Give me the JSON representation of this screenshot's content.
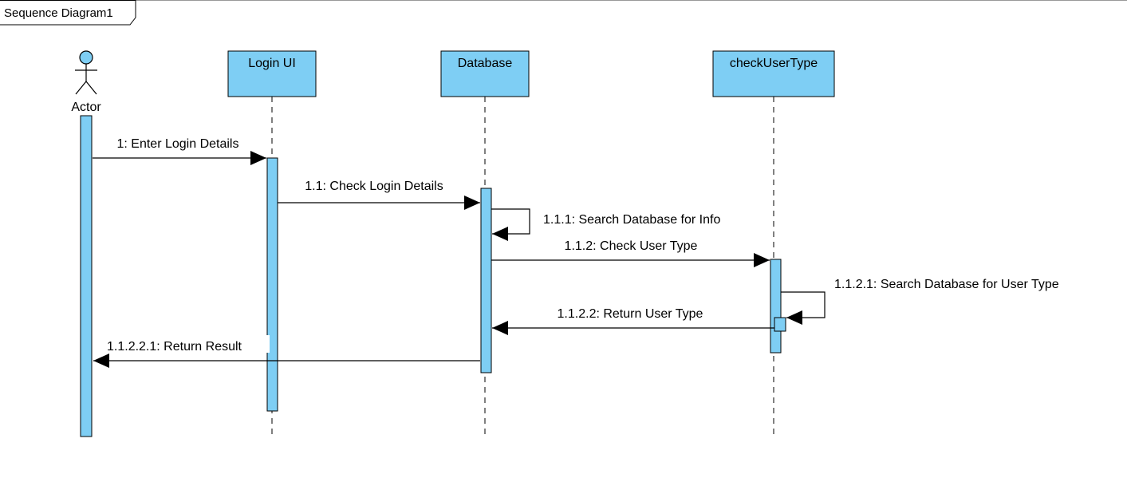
{
  "diagram": {
    "frame_title": "Sequence Diagram1",
    "colors": {
      "fill": "#7ecef4",
      "stroke": "#000000",
      "background": "#ffffff"
    },
    "participants": [
      {
        "id": "actor",
        "label": "Actor",
        "kind": "actor"
      },
      {
        "id": "login-ui",
        "label": "Login UI",
        "kind": "object"
      },
      {
        "id": "database",
        "label": "Database",
        "kind": "object"
      },
      {
        "id": "check-user-type",
        "label": "checkUserType",
        "kind": "object"
      }
    ],
    "messages": [
      {
        "label": "1: Enter Login Details",
        "from": "actor",
        "to": "login-ui"
      },
      {
        "label": "1.1: Check Login Details",
        "from": "login-ui",
        "to": "database"
      },
      {
        "label": "1.1.1: Search Database for Info",
        "from": "database",
        "to": "database"
      },
      {
        "label": "1.1.2: Check User Type",
        "from": "database",
        "to": "check-user-type"
      },
      {
        "label": "1.1.2.1: Search Database for User Type",
        "from": "check-user-type",
        "to": "check-user-type"
      },
      {
        "label": "1.1.2.2: Return User Type",
        "from": "check-user-type",
        "to": "database"
      },
      {
        "label": "1.1.2.2.1: Return Result",
        "from": "database",
        "to": "actor"
      }
    ]
  }
}
